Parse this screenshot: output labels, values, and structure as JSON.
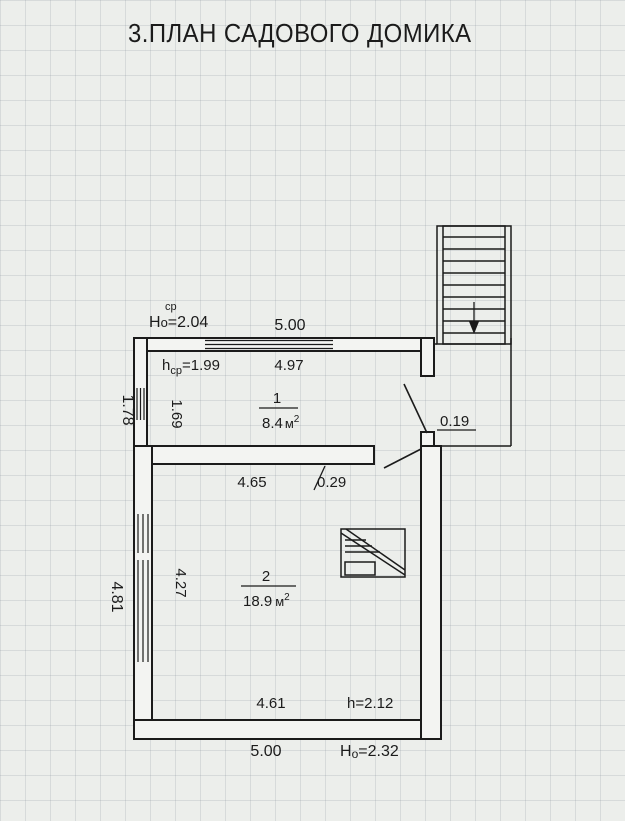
{
  "title": "3.ПЛАН САДОВОГО ДОМИКА",
  "rooms": [
    {
      "number": "1",
      "area": "8.4",
      "area_unit": "м",
      "area_power": "2"
    },
    {
      "number": "2",
      "area": "18.9",
      "area_unit": "м",
      "area_power": "2"
    }
  ],
  "heights": {
    "outer_top": {
      "prefix": "H",
      "subscript": "o",
      "superscript": "ср",
      "value": "=2.04"
    },
    "inner_top": {
      "prefix": "h",
      "subscript": "ср",
      "value": "=1.99"
    },
    "inner_bottom": {
      "label": "h=2.12"
    },
    "outer_bottom": {
      "prefix": "H",
      "subscript": "o",
      "value": "=2.32"
    }
  },
  "dimensions": {
    "top_outer": "5.00",
    "top_inner": "4.97",
    "left_upper_outer": "1.78",
    "left_upper_inner": "1.69",
    "partition_inner": "4.65",
    "partition_thickness": "0.29",
    "right_wall": "0.19",
    "left_lower_outer": "4.81",
    "left_lower_inner": "4.27",
    "bottom_inner": "4.61",
    "bottom_outer": "5.00"
  },
  "colors": {
    "ink": "#1b1b1b",
    "paper": "#eceeeb",
    "grid": "#8e98a2"
  }
}
